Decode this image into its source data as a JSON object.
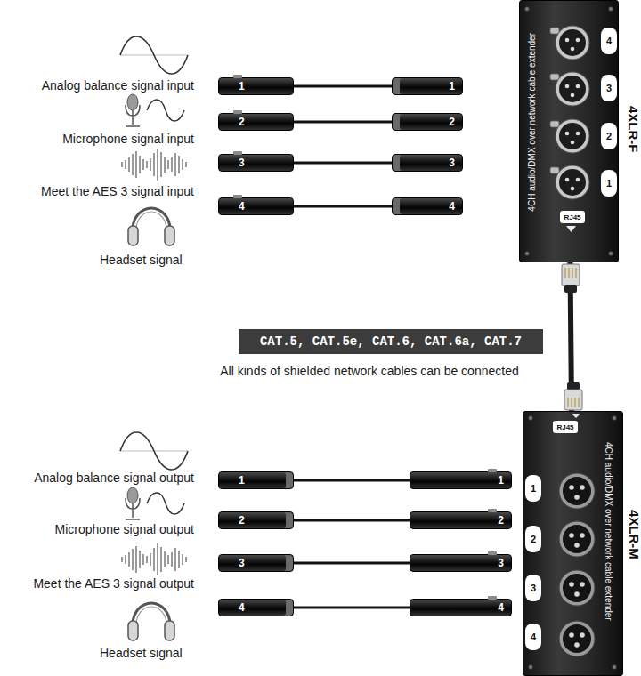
{
  "diagram": {
    "nodes": [
      {
        "text": [
          "4XLR-F",
          "4CH audio/DMX over network cable extender"
        ]
      },
      {
        "text": [
          "4"
        ],
        "in": 0
      },
      {
        "text": [
          "3"
        ],
        "in": 0
      },
      {
        "text": [
          "2"
        ],
        "in": 0
      },
      {
        "text": [
          "1"
        ],
        "in": 0
      },
      {
        "text": [
          "RJ45"
        ],
        "in": 0
      },
      {
        "text": [
          "1"
        ]
      },
      {
        "text": [
          "1"
        ]
      },
      {
        "text": [
          "2"
        ]
      },
      {
        "text": [
          "2"
        ]
      },
      {
        "text": [
          "3"
        ]
      },
      {
        "text": [
          "3"
        ]
      },
      {
        "text": [
          "4"
        ]
      },
      {
        "text": [
          "4"
        ]
      },
      {
        "text": [
          "CAT.5, CAT.5e, CAT.6, CAT.6a, CAT.7"
        ]
      },
      {
        "text": [
          "4XLR-M",
          "4CH audio/DMX over network cable extender"
        ]
      },
      {
        "text": [
          "RJ45"
        ],
        "in": 15
      },
      {
        "text": [
          "1"
        ],
        "in": 15
      },
      {
        "text": [
          "2"
        ],
        "in": 15
      },
      {
        "text": [
          "3"
        ],
        "in": 15
      },
      {
        "text": [
          "4"
        ],
        "in": 15
      },
      {
        "text": [
          "1"
        ]
      },
      {
        "text": [
          "1"
        ]
      },
      {
        "text": [
          "2"
        ]
      },
      {
        "text": [
          "2"
        ]
      },
      {
        "text": [
          "3"
        ]
      },
      {
        "text": [
          "3"
        ]
      },
      {
        "text": [
          "4"
        ]
      },
      {
        "text": [
          "4"
        ]
      }
    ],
    "edges": [
      {
        "from": 6,
        "to": 7,
        "arrow": "none"
      },
      {
        "from": 8,
        "to": 9,
        "arrow": "none"
      },
      {
        "from": 10,
        "to": 11,
        "arrow": "none"
      },
      {
        "from": 12,
        "to": 13,
        "arrow": "none"
      },
      {
        "from": 0,
        "to": 15,
        "arrow": "none"
      },
      {
        "from": 21,
        "to": 22,
        "arrow": "none"
      },
      {
        "from": 23,
        "to": 24,
        "arrow": "none"
      },
      {
        "from": 25,
        "to": 26,
        "arrow": "none"
      },
      {
        "from": 27,
        "to": 28,
        "arrow": "none"
      }
    ],
    "labels": [
      "Analog balance signal input",
      "Microphone signal input",
      "Meet the AES 3 signal input",
      "Headset signal",
      "All kinds of shielded network cables can be connected",
      "Analog balance signal output",
      "Microphone signal output",
      "Meet the AES 3 signal output",
      "Headset signal"
    ]
  }
}
